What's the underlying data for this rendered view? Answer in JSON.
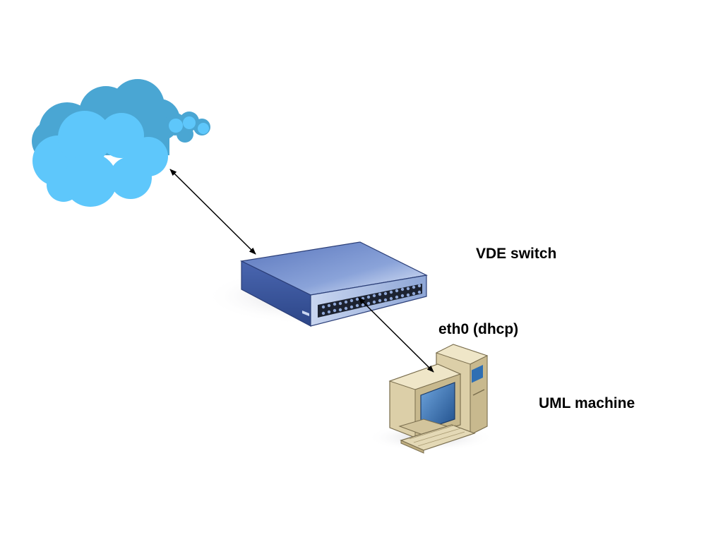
{
  "labels": {
    "switch": "VDE switch",
    "interface": "eth0 (dhcp)",
    "machine": "UML machine"
  },
  "nodes": [
    {
      "id": "internet",
      "icon": "cloud-icon"
    },
    {
      "id": "switch",
      "icon": "network-switch-icon"
    },
    {
      "id": "machine",
      "icon": "desktop-computer-icon"
    }
  ],
  "edges": [
    {
      "from": "internet",
      "to": "switch",
      "direction": "both"
    },
    {
      "from": "switch",
      "to": "machine",
      "direction": "both"
    }
  ],
  "colors": {
    "cloud_back": "#4aa6d3",
    "cloud_front": "#5ec7fb",
    "switch_top": "#5f7fc4",
    "switch_front": "#3d5aa8",
    "computer_beige": "#dccfa8",
    "screen_blue": "#2f6fb3",
    "arrow": "#000000"
  }
}
